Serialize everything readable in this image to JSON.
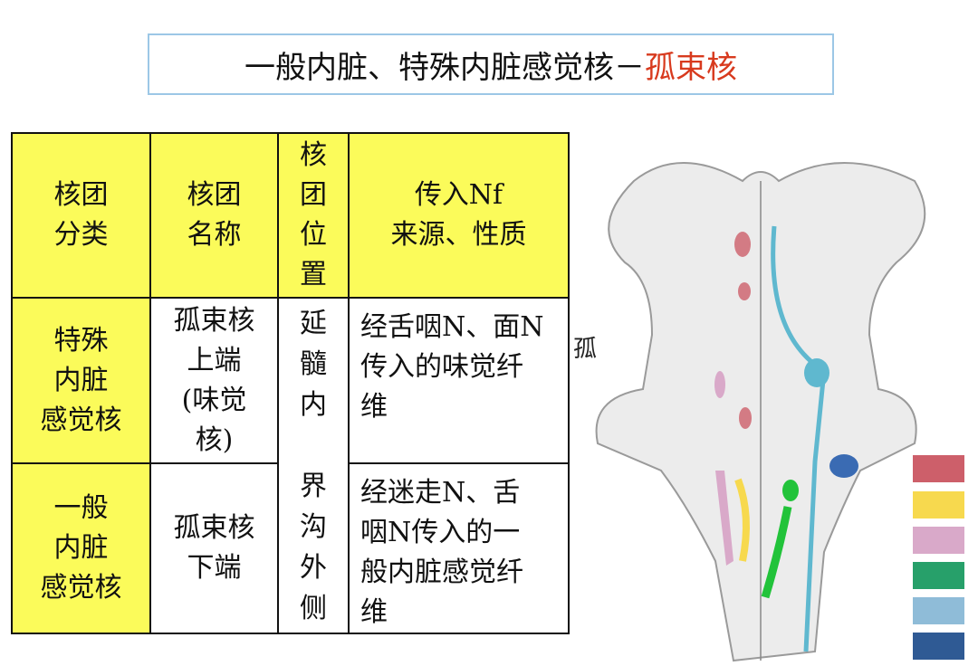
{
  "title": {
    "main": "一般内脏、特殊内脏感觉核－",
    "highlight": "孤束核"
  },
  "table": {
    "headers": [
      "核团分类",
      "核团名称",
      "核团位置",
      "传入Nf来源、性质"
    ],
    "header_lines": [
      [
        "核团",
        "分类"
      ],
      [
        "核团",
        "名称"
      ],
      [
        "核",
        "团",
        "位",
        "置"
      ],
      [
        "传入Nf",
        "来源、性质"
      ]
    ],
    "rows": [
      {
        "category": [
          "特殊",
          "内脏",
          "感觉核"
        ],
        "name": [
          "孤束核",
          "上端",
          "(味觉",
          "核)"
        ],
        "source": [
          "经舌咽N、面N",
          "传入的味觉纤",
          "维"
        ]
      },
      {
        "category": [
          "一般",
          "内脏",
          "感觉核"
        ],
        "name": [
          "孤束核",
          "下端"
        ],
        "source": [
          "经迷走N、舌",
          "咽N传入的一",
          "般内脏感觉纤",
          "维"
        ]
      }
    ],
    "location": [
      "延",
      "髓",
      "内",
      "",
      "界",
      "沟",
      "外",
      "侧"
    ]
  },
  "fragment": "孤",
  "legend_colors": [
    "#cd5f6a",
    "#f7d94e",
    "#d9a9c9",
    "#27a06a",
    "#8fbcd8",
    "#2f5a94"
  ]
}
